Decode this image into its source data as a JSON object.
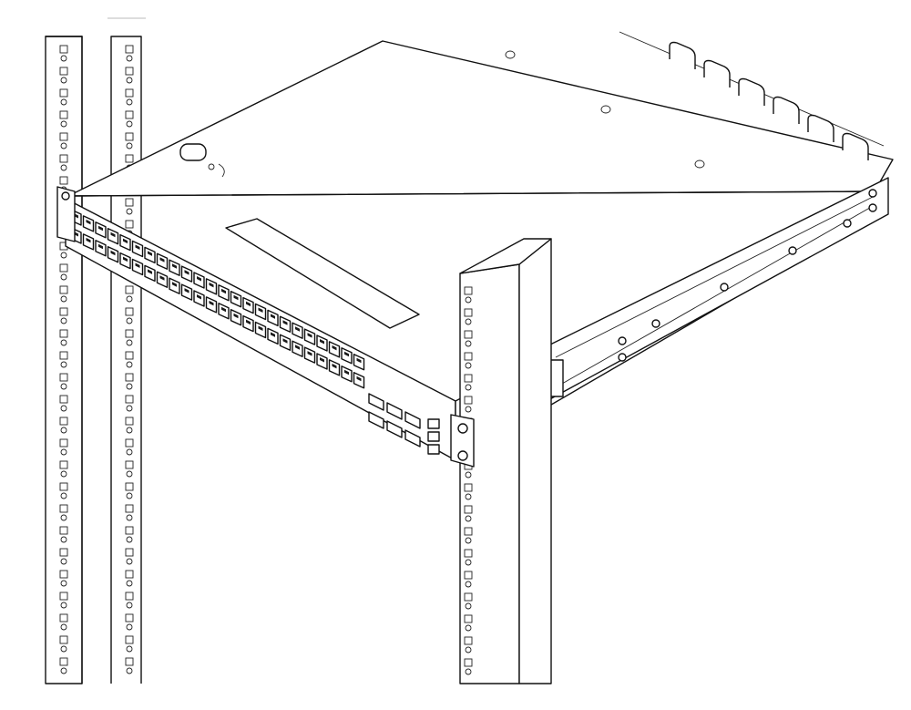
{
  "figure": {
    "subject": "rack-mounted-switch-installation",
    "colors": {
      "line": "#111111",
      "background": "#ffffff",
      "faded": "#bbbbbb"
    },
    "icons": [
      "rack-rail",
      "switch-chassis",
      "ethernet-port",
      "qsfp-port",
      "mounting-bracket",
      "slide-rail",
      "handle",
      "screw"
    ]
  }
}
